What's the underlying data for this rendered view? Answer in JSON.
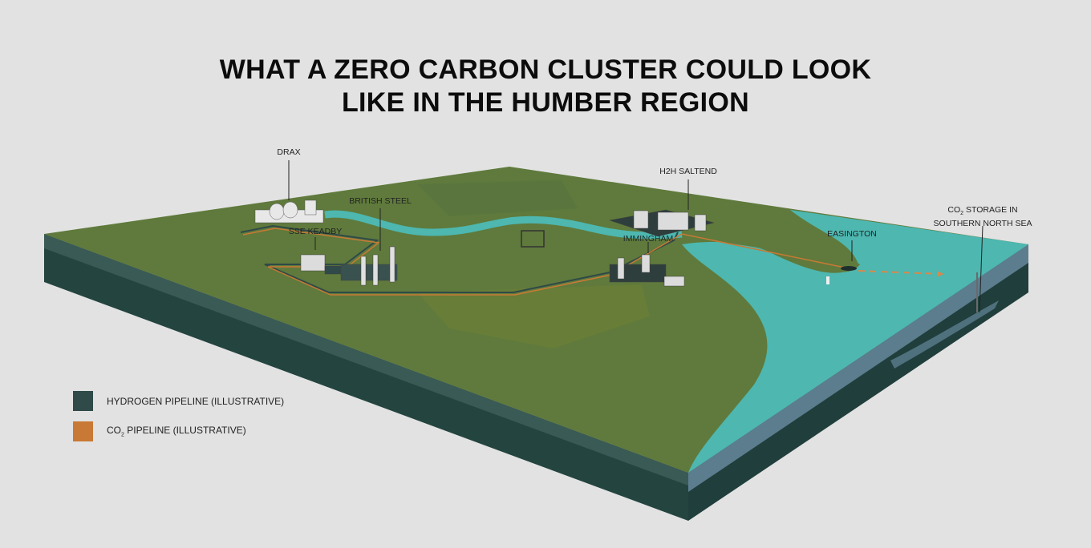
{
  "title": {
    "line1": "WHAT A ZERO CARBON CLUSTER COULD LOOK",
    "line2": "LIKE IN THE HUMBER REGION"
  },
  "labels": {
    "drax": "DRAX",
    "british_steel": "BRITISH STEEL",
    "sse_keadby": "SSE KEADBY",
    "h2h_saltend": "H2H SALTEND",
    "immingham": "IMMINGHAM",
    "easington": "EASINGTON",
    "co2_storage_pre": "CO",
    "co2_storage_sub": "2",
    "co2_storage_post": " STORAGE IN",
    "co2_storage_line2": "SOUTHERN NORTH SEA"
  },
  "legend": [
    {
      "label": "HYDROGEN PIPELINE  (ILLUSTRATIVE)",
      "color": "#2f4a48"
    },
    {
      "label_pre": "CO",
      "label_sub": "2",
      "label_post": " PIPELINE (ILLUSTRATIVE)",
      "color": "#c87935"
    }
  ],
  "colors": {
    "land": "#5f7a3c",
    "water": "#4db7b0",
    "slab_side": "#24443f",
    "sea_side": "#5b7d8e"
  }
}
